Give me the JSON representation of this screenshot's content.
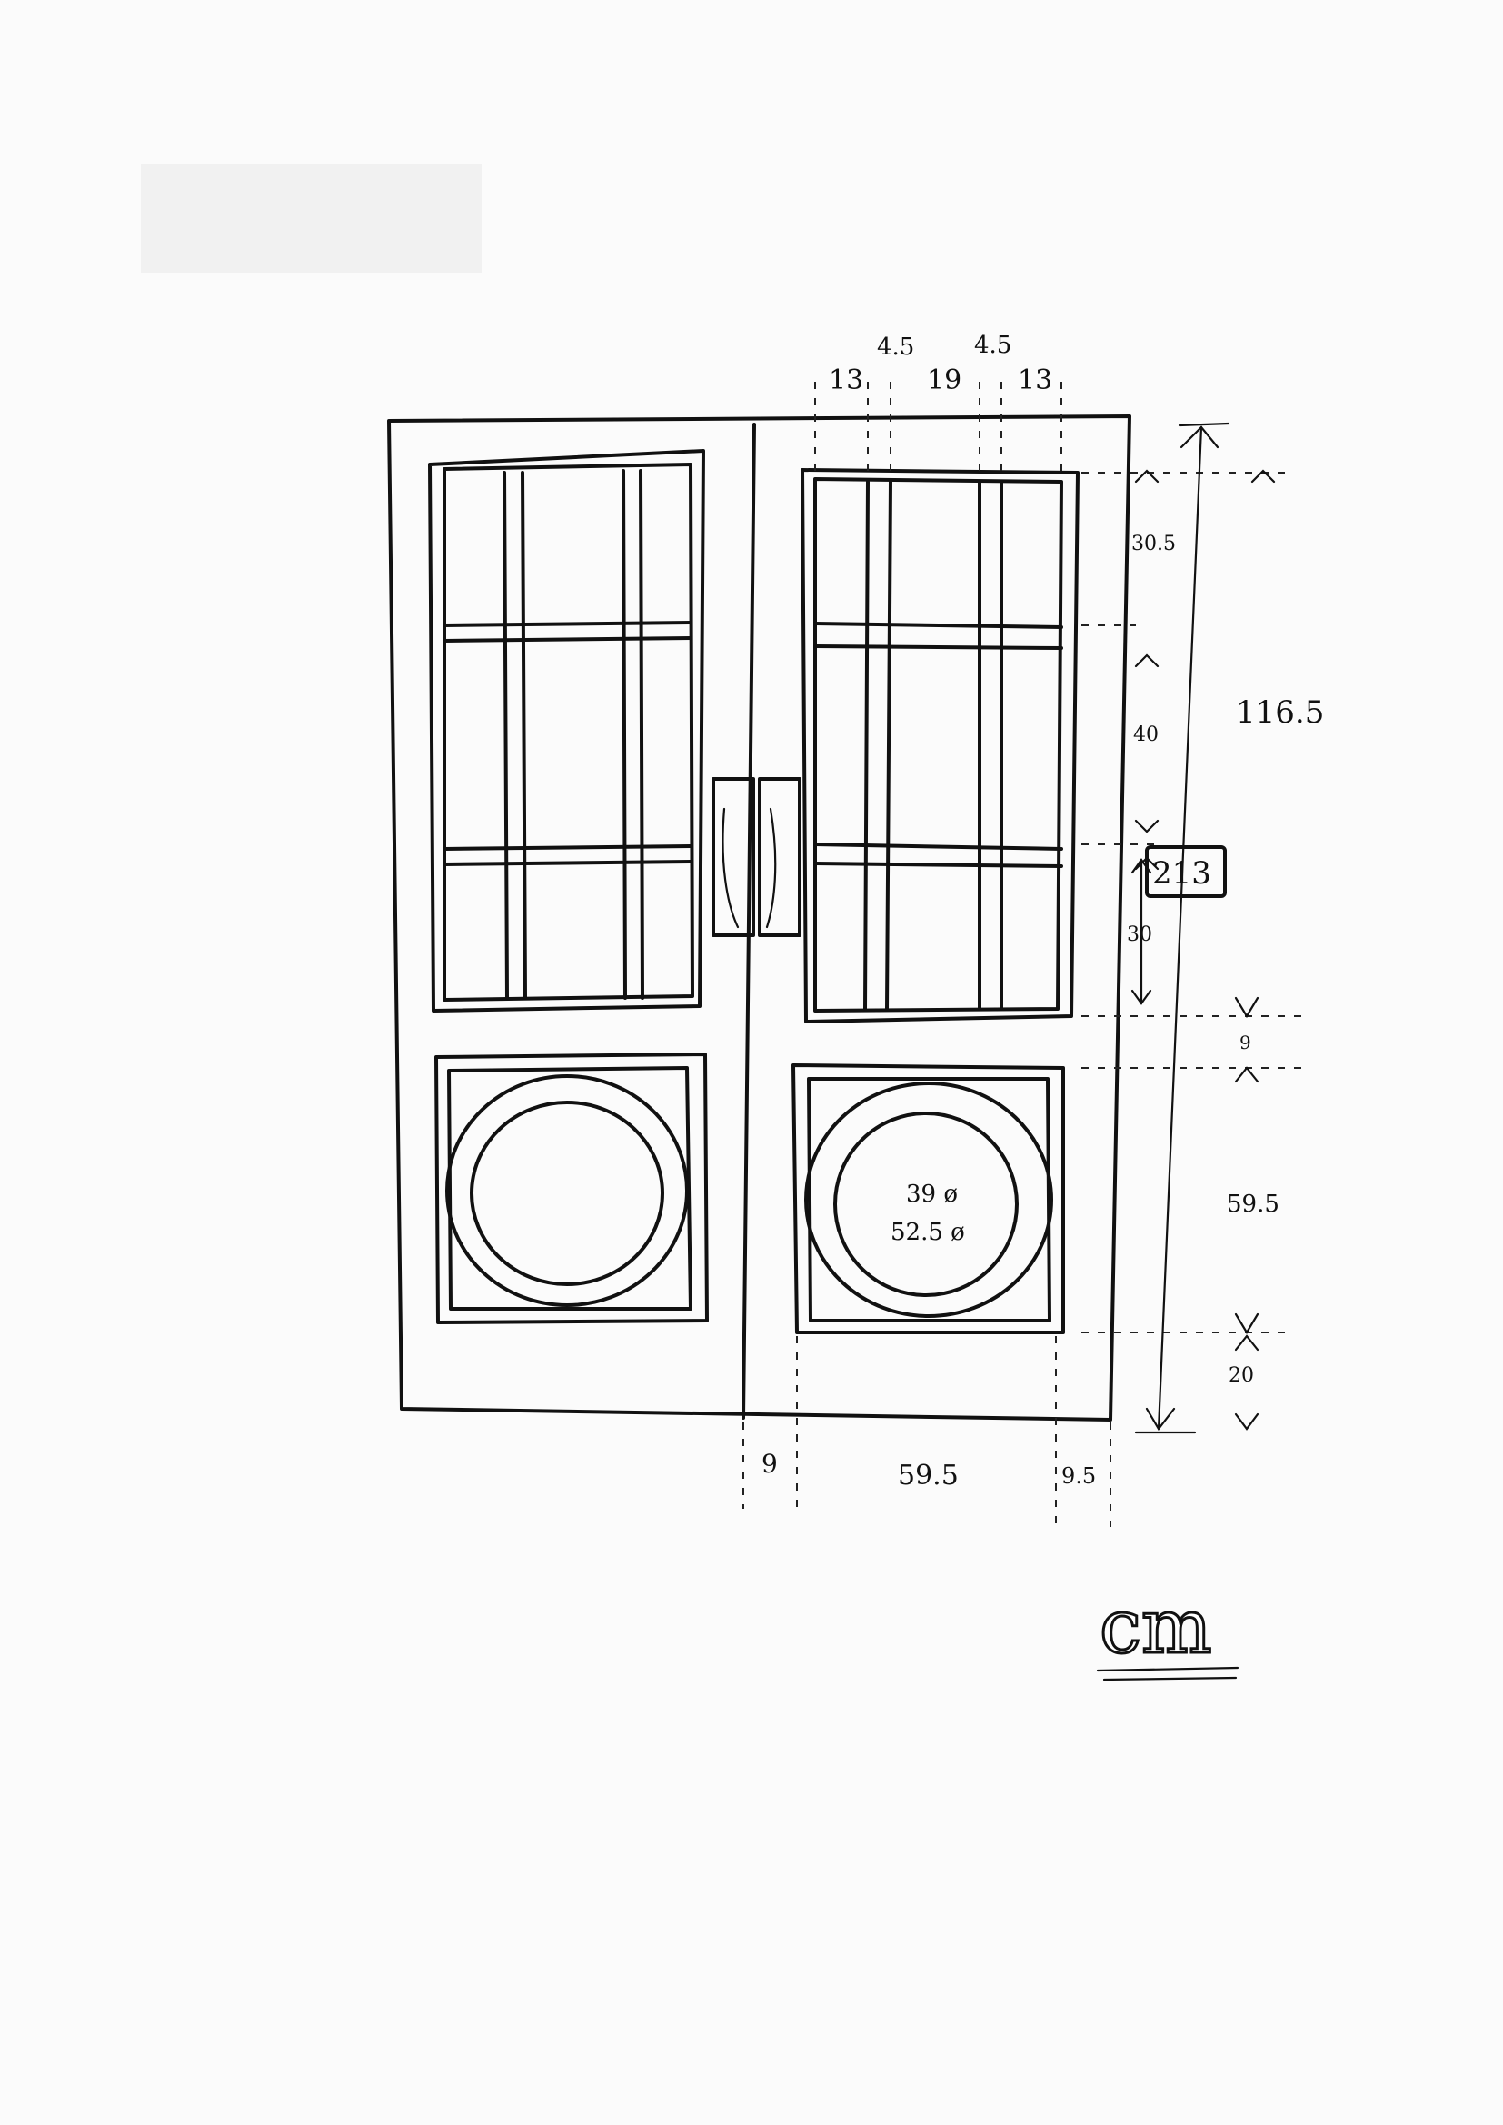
{
  "labels": {
    "top_13_left": "13",
    "top_4_5_left": "4.5",
    "top_19": "19",
    "top_4_5_right": "4.5",
    "top_13_right": "13",
    "dim_30_5": "30.5",
    "dim_40": "40",
    "dim_30": "30",
    "dim_116_5": "116.5",
    "dim_213": "213",
    "dim_9_right": "9",
    "dim_59_5_right": "59.5",
    "dim_20": "20",
    "bottom_9": "9",
    "bottom_59_5": "59.5",
    "bottom_9_5": "9.5",
    "diam_39": "39 ø",
    "diam_52_5": "52.5 ø",
    "unit": "cm"
  }
}
